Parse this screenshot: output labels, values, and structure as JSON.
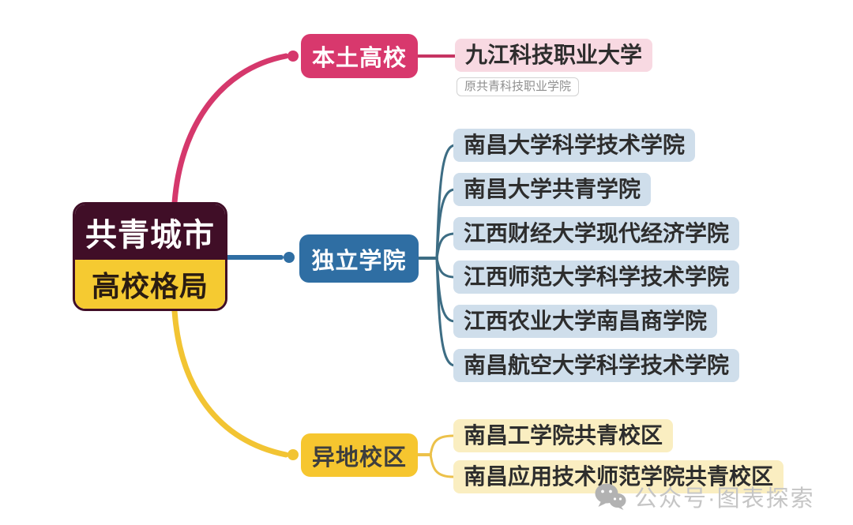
{
  "root": {
    "line1": "共青城市",
    "line2": "高校格局"
  },
  "branches": [
    {
      "label": "本土高校",
      "color": "#d8386d",
      "light_color": "#f8d9e2",
      "children": [
        {
          "label": "九江科技职业大学",
          "note": "原共青科技职业学院"
        }
      ]
    },
    {
      "label": "独立学院",
      "color": "#2f6ea3",
      "light_color": "#cfdeeb",
      "children": [
        {
          "label": "南昌大学科学技术学院"
        },
        {
          "label": "南昌大学共青学院"
        },
        {
          "label": "江西财经大学现代经济学院"
        },
        {
          "label": "江西师范大学科学技术学院"
        },
        {
          "label": "江西农业大学南昌商学院"
        },
        {
          "label": "南昌航空大学科学技术学院"
        }
      ]
    },
    {
      "label": "异地校区",
      "color": "#f6c62f",
      "light_color": "#faeec1",
      "children": [
        {
          "label": "南昌工学院共青校区"
        },
        {
          "label": "南昌应用技术师范学院共青校区"
        }
      ]
    }
  ],
  "watermark": {
    "icon": "wechat-icon",
    "text": "公众号·图表探索"
  },
  "colors": {
    "root_top_bg": "#400e27",
    "root_bottom_bg": "#f5ca31",
    "branch_local": "#d8386d",
    "branch_local_light": "#f8d9e2",
    "branch_independent": "#2f6ea3",
    "branch_independent_light": "#cfdeeb",
    "branch_independent_wire": "#3d6d84",
    "branch_remote": "#f6c62f",
    "branch_remote_light": "#faeec1",
    "branch_remote_wire": "#ecc14a",
    "watermark_gray": "#c5c5c5"
  }
}
